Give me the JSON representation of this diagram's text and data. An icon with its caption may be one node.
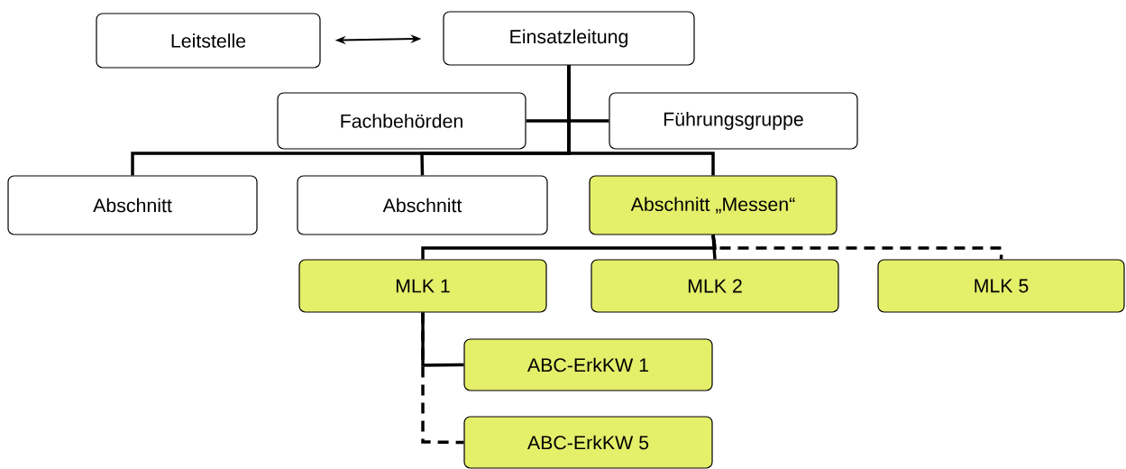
{
  "diagram": {
    "nodes": [
      {
        "text": [
          "Leitstelle"
        ]
      },
      {
        "text": [
          "Einsatzleitung"
        ]
      },
      {
        "text": [
          "Fachbehörden"
        ]
      },
      {
        "text": [
          "Führungsgruppe"
        ]
      },
      {
        "text": [
          "Abschnitt"
        ]
      },
      {
        "text": [
          "Abschnitt"
        ]
      },
      {
        "text": [
          "Abschnitt „Messen“"
        ]
      },
      {
        "text": [
          "MLK 1"
        ]
      },
      {
        "text": [
          "MLK 2"
        ]
      },
      {
        "text": [
          "MLK 5"
        ]
      },
      {
        "text": [
          "ABC-ErkKW 1"
        ]
      },
      {
        "text": [
          "ABC-ErkKW 5"
        ]
      }
    ],
    "edges": [
      {
        "from": 0,
        "to": 1,
        "arrow": "both"
      },
      {
        "from": 1,
        "to": 2,
        "arrow": "none"
      },
      {
        "from": 1,
        "to": 3,
        "arrow": "none"
      },
      {
        "from": 1,
        "to": 4,
        "arrow": "none"
      },
      {
        "from": 1,
        "to": 5,
        "arrow": "none"
      },
      {
        "from": 1,
        "to": 6,
        "arrow": "none"
      },
      {
        "from": 6,
        "to": 7,
        "arrow": "none"
      },
      {
        "from": 6,
        "to": 8,
        "arrow": "none"
      },
      {
        "from": 6,
        "to": 9,
        "arrow": "none",
        "style": "dashed"
      },
      {
        "from": 7,
        "to": 10,
        "arrow": "none"
      },
      {
        "from": 7,
        "to": 11,
        "arrow": "none",
        "style": "dashed"
      }
    ]
  }
}
